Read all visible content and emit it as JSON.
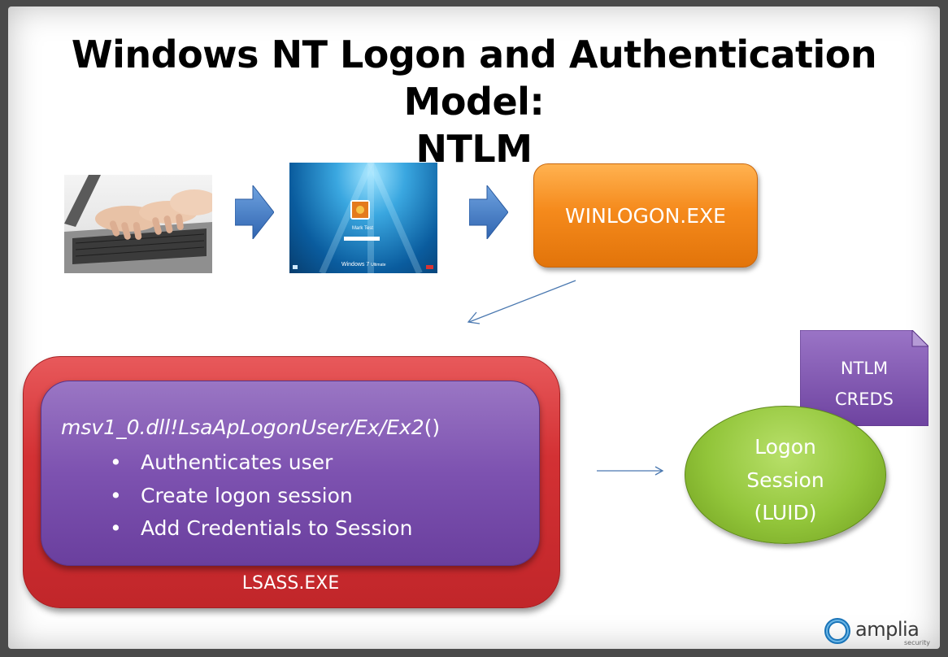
{
  "title": {
    "line1": "Windows NT Logon and Authentication Model:",
    "line2": "NTLM"
  },
  "login_screen": {
    "user_name": "Mark Test",
    "os_brand": "Windows 7",
    "edition": "Ultimate"
  },
  "winlogon": {
    "label": "WINLOGON.EXE"
  },
  "lsass": {
    "label": "LSASS.EXE",
    "function_italic": "msv1_0.dll!LsaApLogonUser/Ex/Ex2",
    "function_suffix": "()",
    "bullet_glyph": "•",
    "bullets": [
      "Authenticates user",
      "Create logon session",
      "Add Credentials  to Session"
    ]
  },
  "ntlm_creds": {
    "line1": "NTLM",
    "line2": "CREDS"
  },
  "logon_session": {
    "line1": "Logon",
    "line2": "Session",
    "line3": "(LUID)"
  },
  "logo": {
    "word": "amplia",
    "sub": "security"
  },
  "colors": {
    "winlogon_orange": "#f58a1c",
    "lsass_red": "#d33134",
    "module_purple": "#7d52b0",
    "creds_purple": "#7a4fa8",
    "session_green": "#92c53a",
    "arrow_blue": "#4a7fc1",
    "connector_line": "#4a78b0"
  },
  "icons": [
    "keyboard-typing-photo",
    "windows-login-screenshot",
    "block-arrow-right-icon",
    "amplia-logo-icon"
  ]
}
